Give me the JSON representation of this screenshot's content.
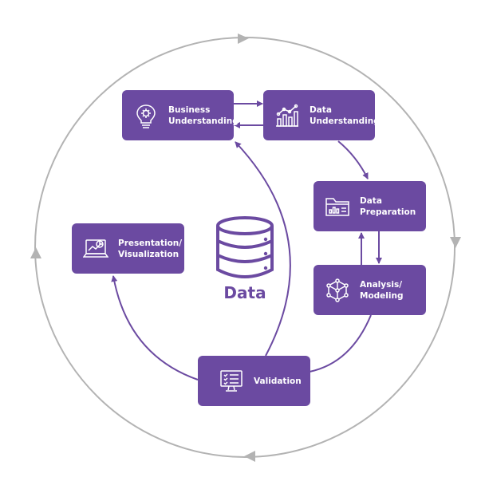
{
  "center": {
    "label": "Data",
    "icon": "database-icon"
  },
  "nodes": {
    "business": {
      "label": "Business\nUnderstanding",
      "icon": "lightbulb-gear-icon"
    },
    "data_understanding": {
      "label": "Data\nUnderstanding",
      "icon": "bar-chart-trend-icon"
    },
    "data_preparation": {
      "label": "Data\nPreparation",
      "icon": "folder-chart-icon"
    },
    "analysis": {
      "label": "Analysis/\nModeling",
      "icon": "network-cube-icon"
    },
    "validation": {
      "label": "Validation",
      "icon": "monitor-checklist-icon"
    },
    "presentation": {
      "label": "Presentation/\nVisualization",
      "icon": "laptop-chart-icon"
    }
  },
  "colors": {
    "accent": "#6b4aa1",
    "ring": "#b3b3b3",
    "text_on_accent": "#ffffff"
  }
}
